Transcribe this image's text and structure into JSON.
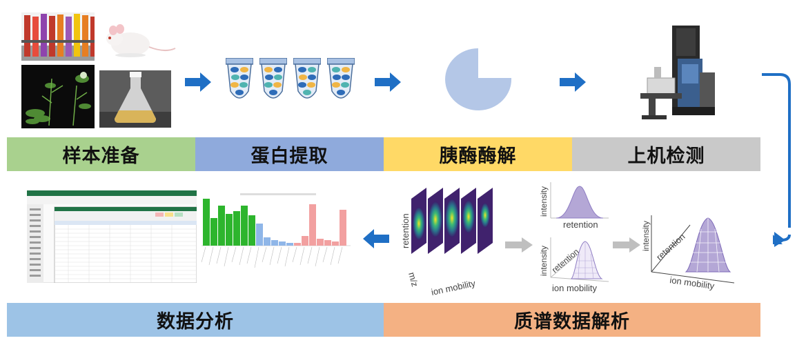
{
  "stages_top": [
    {
      "label": "样本准备",
      "color": "#a9d18e"
    },
    {
      "label": "蛋白提取",
      "color": "#8faadc"
    },
    {
      "label": "胰酶酶解",
      "color": "#ffd966"
    },
    {
      "label": "上机检测",
      "color": "#c9c9c9"
    }
  ],
  "stages_bottom": [
    {
      "label": "数据分析",
      "color": "#9dc3e6"
    },
    {
      "label": "质谱数据解析",
      "color": "#f4b183"
    }
  ],
  "axis_labels": {
    "retention": "retention",
    "mz": "m/z",
    "ion_mobility": "ion mobility",
    "intensity": "intensity"
  },
  "colors": {
    "flow_arrow": "#1f6fc5",
    "gray_arrow": "#bfbfbf",
    "pie": "#b4c7e7",
    "peak": "#b4a7d6"
  },
  "icons": {
    "flow": "arrow-right-icon",
    "return": "arrow-left-icon",
    "tube": "centrifuge-tube-icon",
    "pie": "pie-icon",
    "instrument": "mass-spectrometer-icon"
  }
}
